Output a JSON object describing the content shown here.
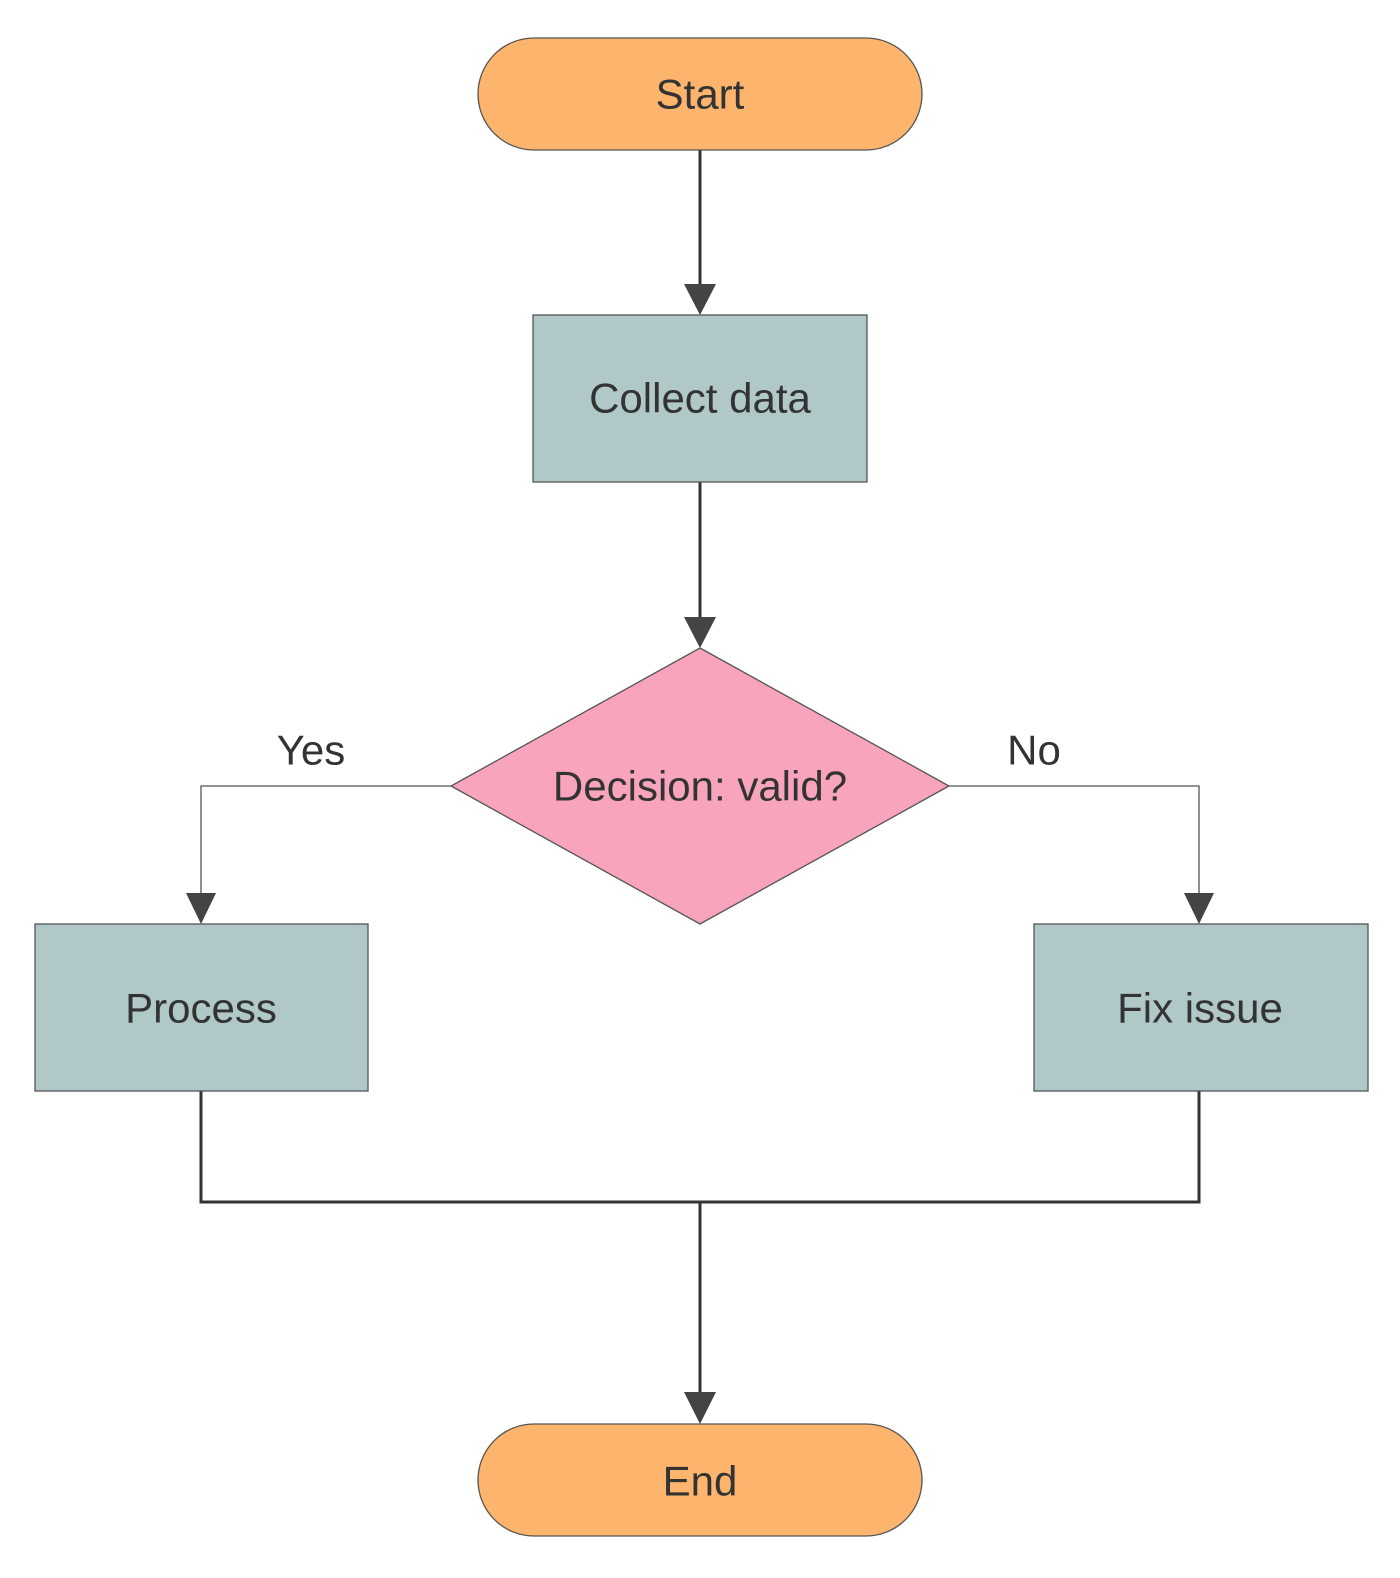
{
  "colors": {
    "terminal_fill": "#fdb46c",
    "process_fill": "#b0c8c8",
    "decision_fill": "#f8a4bc",
    "line": "#333333",
    "text": "#333333",
    "background": "#ffffff"
  },
  "nodes": {
    "start": {
      "label": "Start",
      "shape": "terminal"
    },
    "collect": {
      "label": "Collect data",
      "shape": "process"
    },
    "decision": {
      "label": "Decision: valid?",
      "shape": "decision"
    },
    "process": {
      "label": "Process",
      "shape": "process"
    },
    "fix": {
      "label": "Fix issue",
      "shape": "process"
    },
    "end": {
      "label": "End",
      "shape": "terminal"
    }
  },
  "edges": {
    "yes": {
      "label": "Yes",
      "from": "decision",
      "to": "process"
    },
    "no": {
      "label": "No",
      "from": "decision",
      "to": "fix"
    },
    "start_to_collect": {
      "from": "start",
      "to": "collect"
    },
    "collect_to_decision": {
      "from": "collect",
      "to": "decision"
    },
    "process_to_end": {
      "from": "process",
      "to": "end"
    },
    "fix_to_end": {
      "from": "fix",
      "to": "end"
    }
  }
}
